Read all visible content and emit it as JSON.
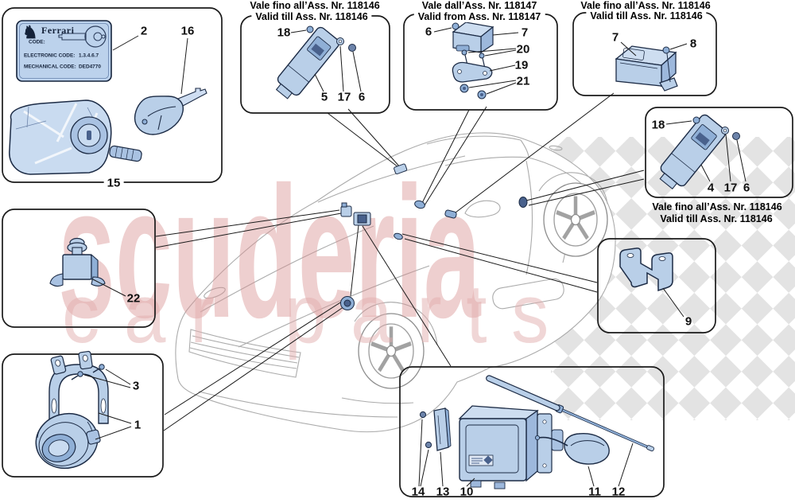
{
  "watermark": {
    "title": "scuderia",
    "subtitle": "car parts",
    "accent_red": "#e0a0a0",
    "checker_gray": "#e3e3e3"
  },
  "key_card": {
    "logo_glyph": "♞",
    "brand": "Ferrari",
    "code_label": "CODE:",
    "electronic_code_label": "ELECTRONIC CODE:",
    "electronic_code_value": "1.3.4.6.7",
    "mechanical_code_label": "MECHANICAL CODE:",
    "mechanical_code_value": "DED4770"
  },
  "captions": {
    "box_a": {
      "line1": "Vale fino all’Ass. Nr. 118146",
      "line2": "Valid till Ass. Nr. 118146"
    },
    "box_b": {
      "line1": "Vale dall’Ass. Nr. 118147",
      "line2": "Valid from Ass. Nr. 118147"
    },
    "box_c": {
      "line1": "Vale fino all’Ass. Nr. 118146",
      "line2": "Valid till Ass. Nr. 118146"
    },
    "box_d": {
      "line1": "Vale fino all’Ass. Nr. 118146",
      "line2": "Valid till Ass. Nr. 118146"
    }
  },
  "labels": {
    "n2": "2",
    "n16": "16",
    "n15": "15",
    "na18": "18",
    "na5": "5",
    "na17": "17",
    "na6": "6",
    "nb6": "6",
    "nb7": "7",
    "nb20": "20",
    "nb19": "19",
    "nb21": "21",
    "nc7": "7",
    "nc8": "8",
    "nd18": "18",
    "nd4": "4",
    "nd17": "17",
    "nd6": "6",
    "n9": "9",
    "n22": "22",
    "n3": "3",
    "n1": "1",
    "n14": "14",
    "n13": "13",
    "n10": "10",
    "n11": "11",
    "n12": "12"
  },
  "colors": {
    "part_fill": "#b9cfe8",
    "part_shade": "#8fafd6",
    "part_dark": "#49618c",
    "outline": "#1c2b45"
  }
}
